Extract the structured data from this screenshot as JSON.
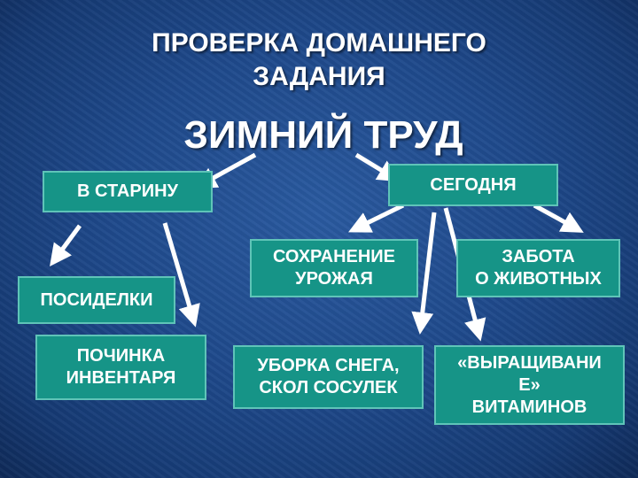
{
  "title": "ПРОВЕРКА ДОМАШНЕГО\nЗАДАНИЯ",
  "subtitle": "ЗИМНИЙ ТРУД",
  "nodes": {
    "past": "В СТАРИНУ",
    "today": "СЕГОДНЯ",
    "gatherings": "ПОСИДЕЛКИ",
    "repair": "ПОЧИНКА\nИНВЕНТАРЯ",
    "harvest": "СОХРАНЕНИЕ\nУРОЖАЯ",
    "animals": "ЗАБОТА\nО ЖИВОТНЫХ",
    "snow": "УБОРКА СНЕГА,\nСКОЛ СОСУЛЕК",
    "vitamins": "«ВЫРАЩИВАНИ\nЕ»\nВИТАМИНОВ"
  },
  "colors": {
    "box": "#169487",
    "border": "#5fc4b8",
    "background": "#1f4a8c"
  }
}
